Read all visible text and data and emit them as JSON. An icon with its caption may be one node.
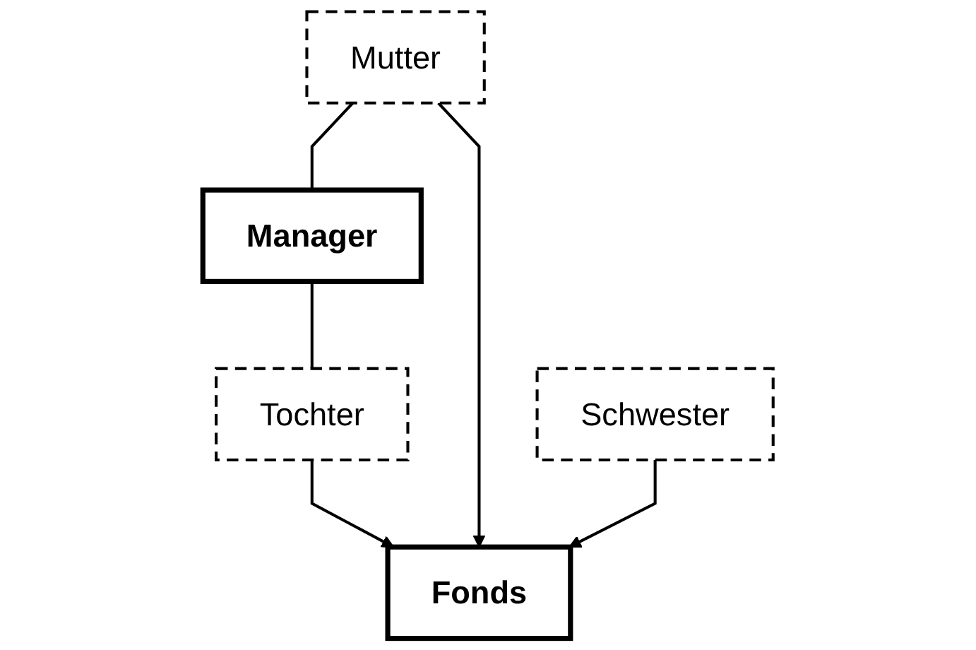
{
  "diagram": {
    "nodes": [
      {
        "text": [
          "Mutter"
        ]
      },
      {
        "text": [
          "Manager"
        ]
      },
      {
        "text": [
          "Schwester"
        ]
      },
      {
        "text": [
          "Tochter"
        ]
      },
      {
        "text": [
          "Fonds"
        ]
      }
    ],
    "edges": [
      {
        "from": 0,
        "to": 1,
        "arrow": "none"
      },
      {
        "from": 1,
        "to": 3,
        "arrow": "none"
      },
      {
        "from": 3,
        "to": 4,
        "arrow": "to"
      },
      {
        "from": 0,
        "to": 4,
        "arrow": "to"
      },
      {
        "from": 2,
        "to": 4,
        "arrow": "to"
      }
    ]
  }
}
